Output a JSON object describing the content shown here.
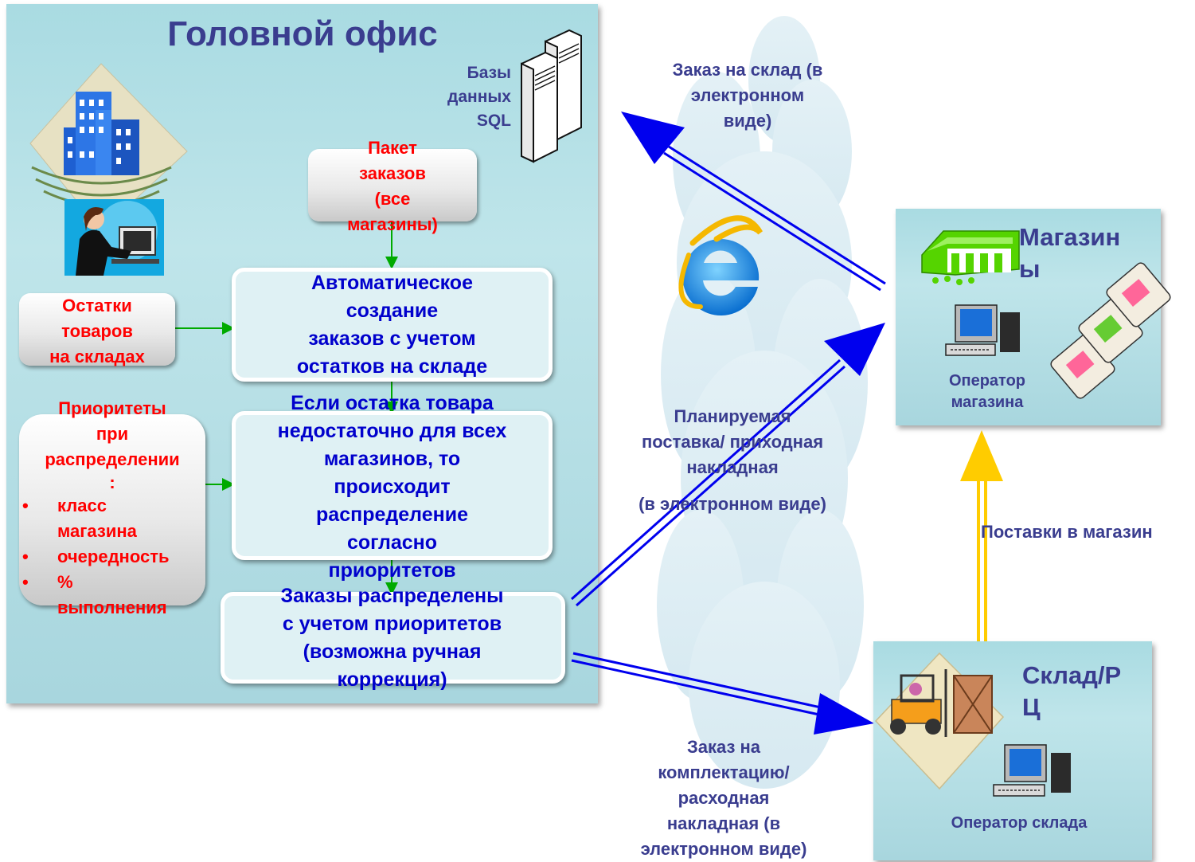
{
  "head_office": {
    "title": "Головной офис",
    "databases_label": [
      "Базы",
      "данных",
      "SQL"
    ]
  },
  "packet_box": {
    "lines": [
      "Пакет",
      "заказов",
      "(все",
      "магазины)"
    ]
  },
  "auto_box": {
    "lines": [
      "Автоматическое",
      "создание",
      "заказов с учетом",
      "остатков на складе"
    ]
  },
  "stock_box": {
    "lines": [
      "Остатки",
      "товаров",
      "на складах"
    ]
  },
  "distribution_box": {
    "lines": [
      "Если остатка товара",
      "недостаточно для всех",
      "магазинов, то",
      "происходит",
      "распределение",
      "согласно",
      "приоритетов"
    ]
  },
  "priorities_box": {
    "heading": [
      "Приоритеты",
      "при",
      "распределении",
      ":"
    ],
    "items": [
      {
        "lines": [
          "класс",
          "магазина"
        ]
      },
      {
        "lines": [
          "очередность"
        ]
      },
      {
        "lines": [
          "%",
          "выполнения"
        ]
      }
    ]
  },
  "orders_box": {
    "lines": [
      "Заказы распределены",
      "с учетом приоритетов",
      "(возможна ручная",
      "коррекция)"
    ]
  },
  "labels": {
    "order_to_warehouse": [
      "Заказ на склад (в",
      "электронном",
      "виде)"
    ],
    "planned_supply": [
      "Планируемая",
      "поставка/ приходная",
      "накладная"
    ],
    "planned_supply_note": "(в электронном виде)",
    "shop_deliveries": "Поставки в магазин",
    "picking_order": [
      "Заказ на",
      "комплектацию/",
      "расходная",
      "накладная (в",
      "электронном виде)"
    ]
  },
  "shops_panel": {
    "title": [
      "Магазин",
      "ы"
    ],
    "operator": [
      "Оператор",
      "магазина"
    ]
  },
  "warehouse_panel": {
    "title": [
      "Склад/Р",
      "Ц"
    ],
    "operator": "Оператор склада"
  },
  "colors": {
    "panel": "#a9dbe2",
    "arrow_blue": "#0000ee",
    "arrow_yellow": "#ffcc00",
    "connector_green": "#00aa00",
    "title_navy": "#3a3d8f",
    "red_text": "#ff0000",
    "blue_text": "#0000cc"
  },
  "icons": [
    "office-building-icon",
    "office-worker-icon",
    "database-servers-icon",
    "internet-explorer-icon",
    "shop-building-icon",
    "computer-icon",
    "cash-register-icon",
    "forklift-icon",
    "cloud-shape"
  ]
}
